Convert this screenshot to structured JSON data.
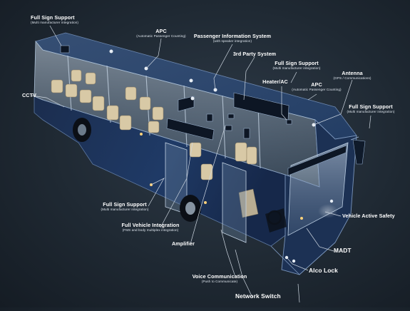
{
  "callouts": {
    "full_sign_top_left": {
      "title": "Full Sign Support",
      "sub": "(Multi manufacturer integration)"
    },
    "apc_top": {
      "title": "APC",
      "sub": "(Automatic Passenger Counting)"
    },
    "pis": {
      "title": "Passenger Information System",
      "sub": "(with speaker integration)"
    },
    "third_party": {
      "title": "3rd Party System"
    },
    "full_sign_top_right": {
      "title": "Full Sign Support",
      "sub": "(Multi manufacturer integration)"
    },
    "antenna": {
      "title": "Antenna",
      "sub": "(GPS / Communications)"
    },
    "heater": {
      "title": "Heater/AC"
    },
    "apc_right": {
      "title": "APC",
      "sub": "(Automatic Passenger Counting)"
    },
    "full_sign_right": {
      "title": "Full Sign Support",
      "sub": "(Multi manufacturer integration)"
    },
    "cctv": {
      "title": "CCTV"
    },
    "full_sign_bottom_left": {
      "title": "Full Sign Support",
      "sub": "(Multi manufacturer integration)"
    },
    "fvi": {
      "title": "Full Vehicle Integration",
      "sub": "(FMS and body multiplex integration)"
    },
    "amplifier": {
      "title": "Amplifier"
    },
    "vehicle_safety": {
      "title": "Vehicle Active Safety"
    },
    "madt": {
      "title": "MADT"
    },
    "alco_lock": {
      "title": "Alco Lock"
    },
    "voice": {
      "title": "Voice Communication",
      "sub": "(Push to Communicate)"
    },
    "network_switch": {
      "title": "Network Switch"
    }
  },
  "colors": {
    "background": "#1f2933",
    "bus_body": "#1d3358",
    "glass": "#9fb4c8",
    "leader_line": "#cfd8e2",
    "seat": "#d8c9a6"
  }
}
